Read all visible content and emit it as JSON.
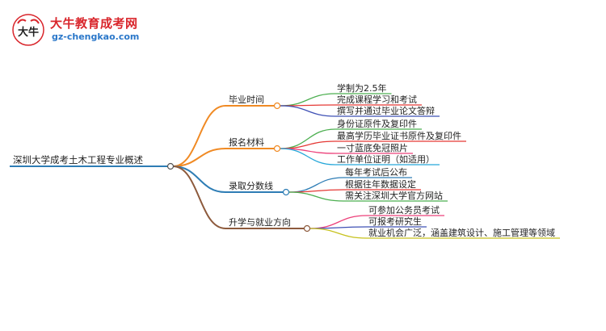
{
  "brand": {
    "name": "大牛教育成考网",
    "url": "gz-chengkao.com",
    "logo_text": "大牛"
  },
  "root": "深圳大学成考土木工程专业概述",
  "branches": [
    {
      "label": "毕业时间",
      "color": "#f08a24",
      "children": [
        {
          "label": "学制为2.5年",
          "color": "#4caf50"
        },
        {
          "label": "完成课程学习和考试",
          "color": "#e53935"
        },
        {
          "label": "撰写并通过毕业论文答辩",
          "color": "#3f51b5"
        }
      ]
    },
    {
      "label": "报名材料",
      "color": "#f08a24",
      "children": [
        {
          "label": "身份证原件及复印件",
          "color": "#4caf50"
        },
        {
          "label": "最高学历毕业证书原件及复印件",
          "color": "#e53935"
        },
        {
          "label": "一寸蓝底免冠照片",
          "color": "#ec407a"
        },
        {
          "label": "工作单位证明（如适用）",
          "color": "#26a7d9"
        }
      ]
    },
    {
      "label": "录取分数线",
      "color": "#2e7db5",
      "children": [
        {
          "label": "每年考试后公布",
          "color": "#2e7db5"
        },
        {
          "label": "根据往年数据设定",
          "color": "#e53935"
        },
        {
          "label": "需关注深圳大学官方网站",
          "color": "#4caf50"
        }
      ]
    },
    {
      "label": "升学与就业方向",
      "color": "#8d5a3c",
      "children": [
        {
          "label": "可参加公务员考试",
          "color": "#ec407a"
        },
        {
          "label": "可报考研究生",
          "color": "#3f51b5"
        },
        {
          "label": "就业机会广泛，涵盖建筑设计、施工管理等领域",
          "color": "#c7c21e"
        }
      ]
    }
  ]
}
